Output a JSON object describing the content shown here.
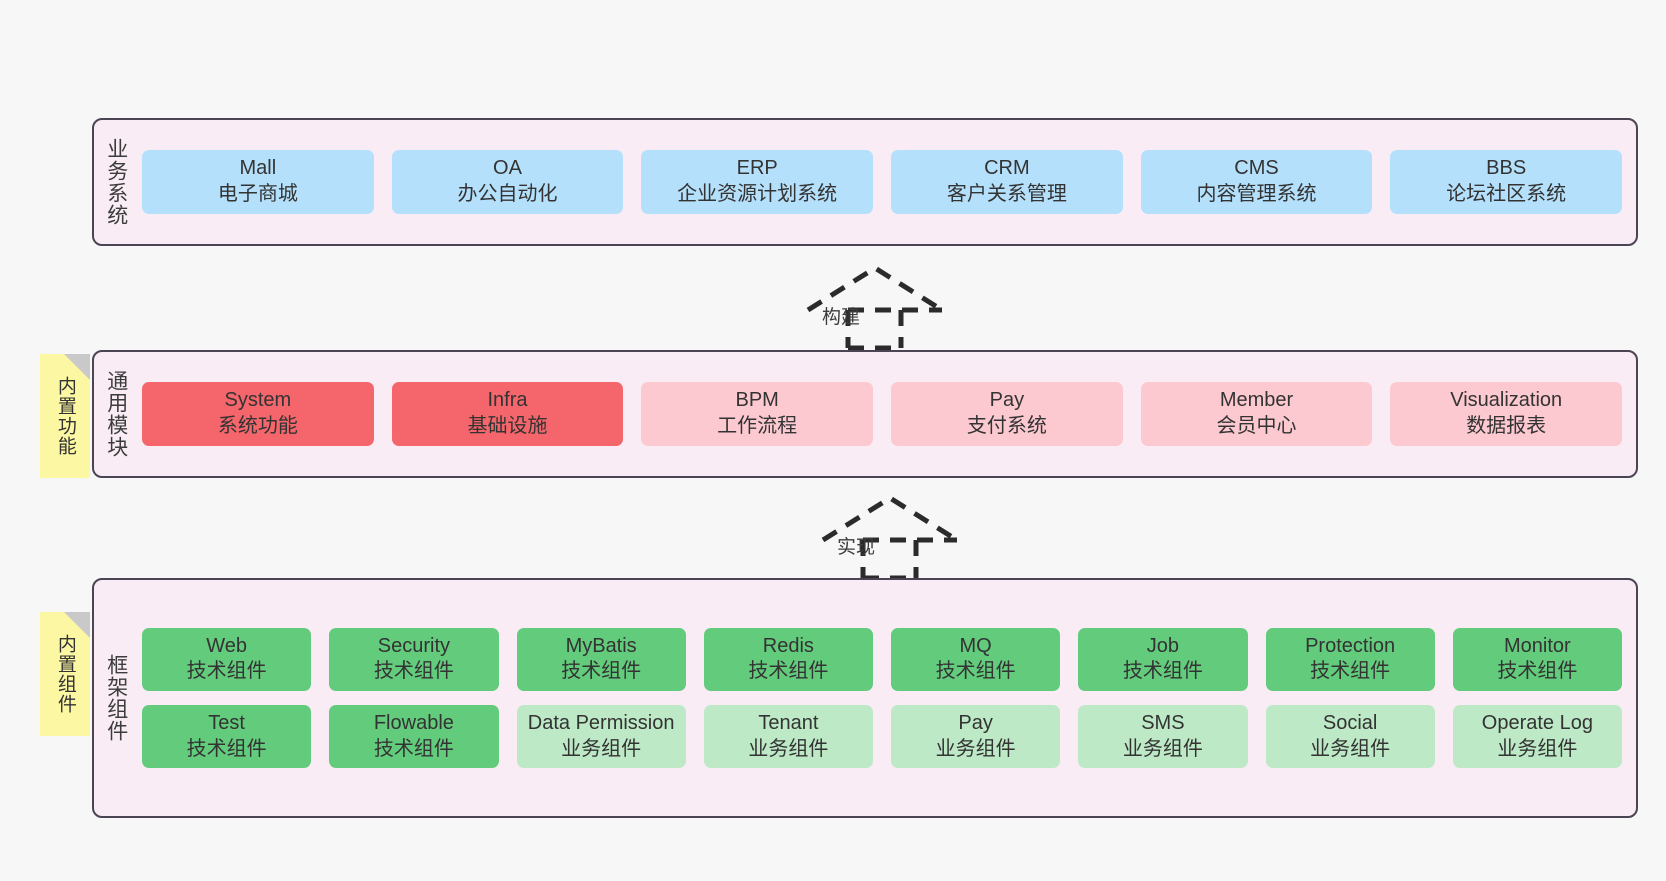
{
  "diagram": {
    "background_color": "#f7f7f7",
    "panel_color": "#f9ecf5",
    "panel_border_color": "#4a4453",
    "sticky_color": "#fcf7a2"
  },
  "layers": [
    {
      "id": "business-system",
      "title": "业务系统",
      "sticky": null,
      "rows": [
        {
          "boxes": [
            {
              "title": "Mall",
              "sub": "电子商城",
              "style": "blue",
              "color": "#b5e0fb"
            },
            {
              "title": "OA",
              "sub": "办公自动化",
              "style": "blue",
              "color": "#b5e0fb"
            },
            {
              "title": "ERP",
              "sub": "企业资源计划系统",
              "style": "blue",
              "color": "#b5e0fb"
            },
            {
              "title": "CRM",
              "sub": "客户关系管理",
              "style": "blue",
              "color": "#b5e0fb"
            },
            {
              "title": "CMS",
              "sub": "内容管理系统",
              "style": "blue",
              "color": "#b5e0fb"
            },
            {
              "title": "BBS",
              "sub": "论坛社区系统",
              "style": "blue",
              "color": "#b5e0fb"
            }
          ]
        }
      ]
    },
    {
      "id": "common-module",
      "title": "通用模块",
      "sticky": "内置功能",
      "rows": [
        {
          "boxes": [
            {
              "title": "System",
              "sub": "系统功能",
              "style": "red",
              "color": "#f4666b"
            },
            {
              "title": "Infra",
              "sub": "基础设施",
              "style": "red",
              "color": "#f4666b"
            },
            {
              "title": "BPM",
              "sub": "工作流程",
              "style": "pink",
              "color": "#fcc9d0"
            },
            {
              "title": "Pay",
              "sub": "支付系统",
              "style": "pink",
              "color": "#fcc9d0"
            },
            {
              "title": "Member",
              "sub": "会员中心",
              "style": "pink",
              "color": "#fcc9d0"
            },
            {
              "title": "Visualization",
              "sub": "数据报表",
              "style": "pink",
              "color": "#fcc9d0"
            }
          ]
        }
      ]
    },
    {
      "id": "framework-component",
      "title": "框架组件",
      "sticky": "内置组件",
      "rows": [
        {
          "boxes": [
            {
              "title": "Web",
              "sub": "技术组件",
              "style": "green",
              "color": "#63cb7c"
            },
            {
              "title": "Security",
              "sub": "技术组件",
              "style": "green",
              "color": "#63cb7c"
            },
            {
              "title": "MyBatis",
              "sub": "技术组件",
              "style": "green",
              "color": "#63cb7c"
            },
            {
              "title": "Redis",
              "sub": "技术组件",
              "style": "green",
              "color": "#63cb7c"
            },
            {
              "title": "MQ",
              "sub": "技术组件",
              "style": "green",
              "color": "#63cb7c"
            },
            {
              "title": "Job",
              "sub": "技术组件",
              "style": "green",
              "color": "#63cb7c"
            },
            {
              "title": "Protection",
              "sub": "技术组件",
              "style": "green",
              "color": "#63cb7c"
            },
            {
              "title": "Monitor",
              "sub": "技术组件",
              "style": "green",
              "color": "#63cb7c"
            }
          ]
        },
        {
          "boxes": [
            {
              "title": "Test",
              "sub": "技术组件",
              "style": "green",
              "color": "#63cb7c"
            },
            {
              "title": "Flowable",
              "sub": "技术组件",
              "style": "green",
              "color": "#63cb7c"
            },
            {
              "title": "Data Permission",
              "sub": "业务组件",
              "style": "lightgreen",
              "color": "#bde9c6",
              "wrap": true
            },
            {
              "title": "Tenant",
              "sub": "业务组件",
              "style": "lightgreen",
              "color": "#bde9c6"
            },
            {
              "title": "Pay",
              "sub": "业务组件",
              "style": "lightgreen",
              "color": "#bde9c6"
            },
            {
              "title": "SMS",
              "sub": "业务组件",
              "style": "lightgreen",
              "color": "#bde9c6"
            },
            {
              "title": "Social",
              "sub": "业务组件",
              "style": "lightgreen",
              "color": "#bde9c6"
            },
            {
              "title": "Operate Log",
              "sub": "业务组件",
              "style": "lightgreen",
              "color": "#bde9c6"
            }
          ]
        }
      ]
    }
  ],
  "connectors": [
    {
      "id": "build",
      "label": "构建"
    },
    {
      "id": "implement",
      "label": "实现"
    }
  ]
}
